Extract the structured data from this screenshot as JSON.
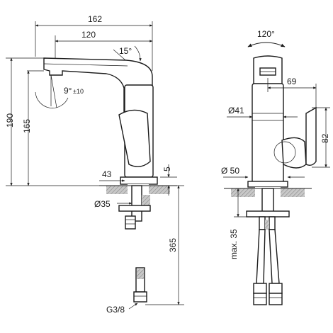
{
  "dimensions": {
    "d162": "162",
    "d120": "120",
    "d15": "15°",
    "d9": "9°",
    "d9tol": "±10",
    "d190": "190",
    "d165": "165",
    "d43": "43",
    "d5": "5",
    "d35dia": "Ø35",
    "d365": "365",
    "dG38": "G3/8",
    "d120rot": "120°",
    "d69": "69",
    "d41dia": "Ø41",
    "d82": "82",
    "d50dia": "Ø 50",
    "dmax35": "max. 35"
  },
  "colors": {
    "line": "#1a1a1a",
    "hatch": "#9a9a9a"
  }
}
